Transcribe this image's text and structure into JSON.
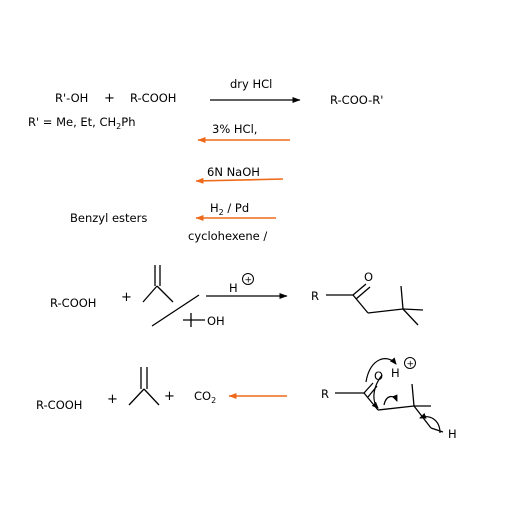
{
  "reaction1": {
    "alcohol": "R'-OH",
    "plus": "+",
    "acid": "R-COOH",
    "catalyst": "dry HCl",
    "product": "R-COO-R'",
    "r_def_prefix": "R' = Me, Et, CH",
    "r_def_sub": "2",
    "r_def_suffix": "Ph"
  },
  "deprotections": {
    "acid": "3% HCl,",
    "base": "6N NaOH",
    "hydrogenolysis_prefix": "H",
    "hydrogenolysis_sub": "2",
    "hydrogenolysis_suffix": " / Pd",
    "transfer": "cyclohexene /",
    "benzyl_label": "Benzyl esters"
  },
  "reaction2": {
    "acid": "R-COOH",
    "plus": "+",
    "proton": "H",
    "charge": "+",
    "alcohol_oh": "OH",
    "product_r": "R",
    "product_o": "O"
  },
  "reaction3": {
    "acid": "R-COOH",
    "plus1": "+",
    "plus2": "+",
    "co2_prefix": "CO",
    "co2_sub": "2",
    "r": "R",
    "o": "O",
    "proton": "H",
    "charge": "+",
    "h_leaving": "H"
  },
  "colors": {
    "reverse_arrow": "#ee6a1a",
    "ink": "#000000"
  }
}
